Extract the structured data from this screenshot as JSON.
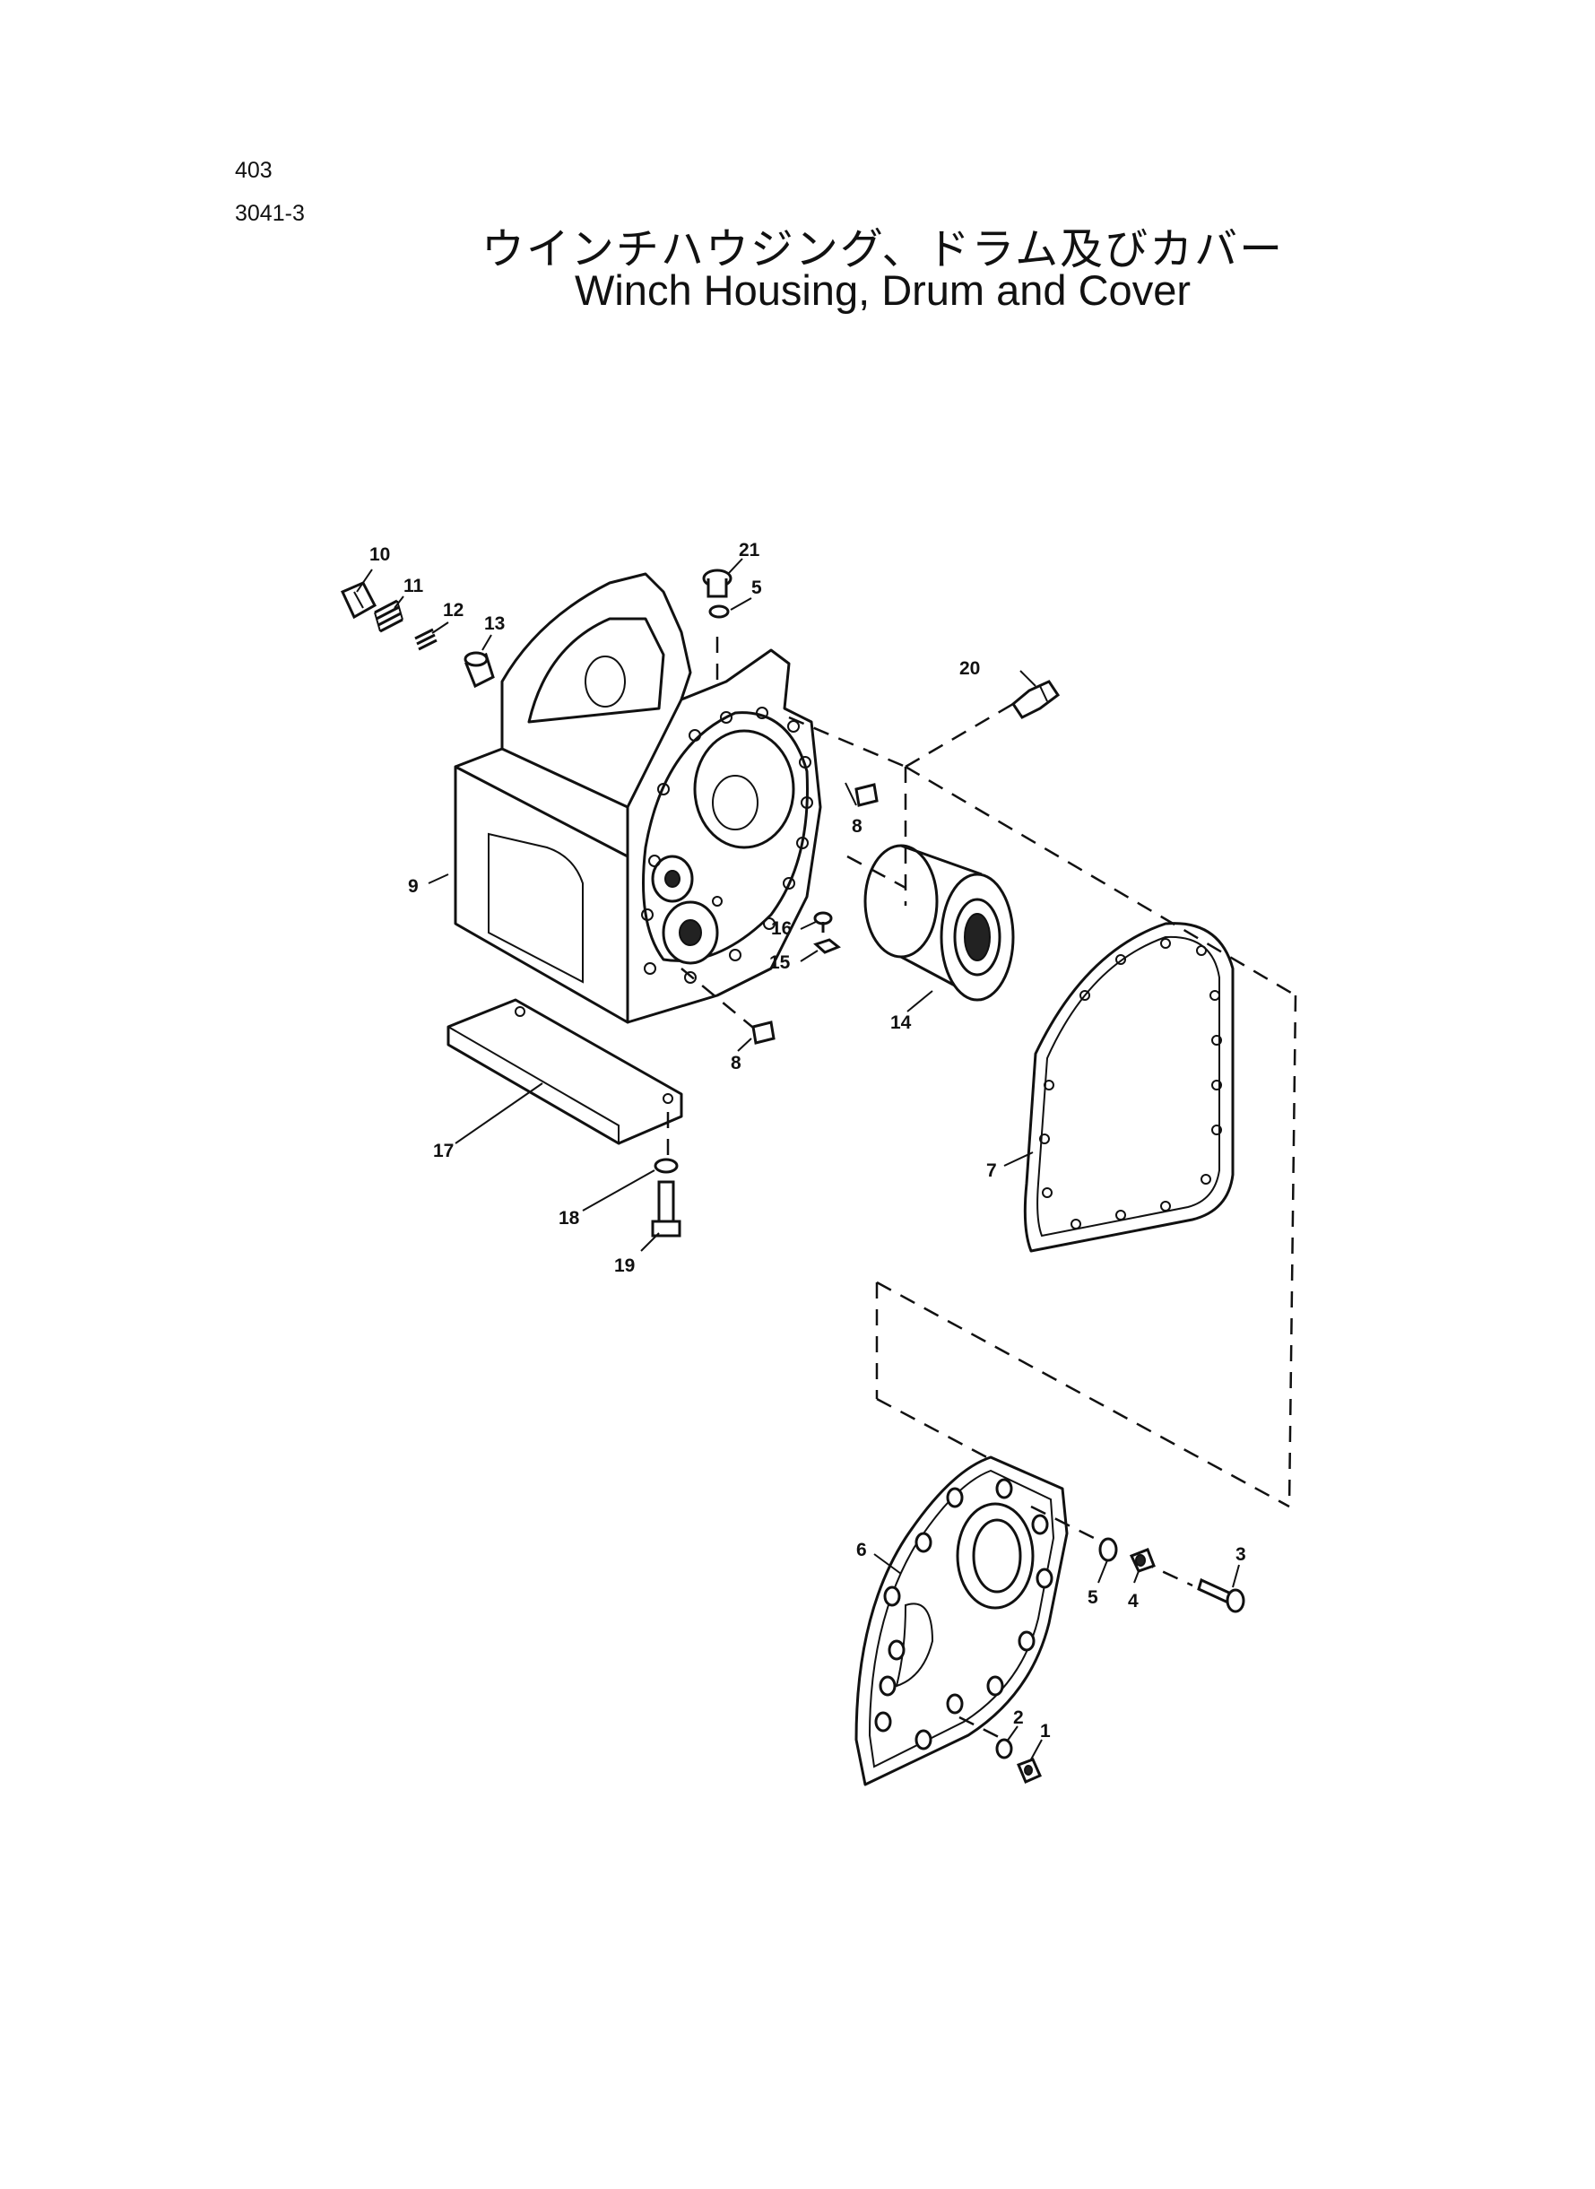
{
  "header": {
    "page_number": "403",
    "figure_number": "3041-3",
    "title_jp": "ウインチハウジング、ドラム及びカバー",
    "title_en": "Winch Housing, Drum and Cover"
  },
  "callouts": {
    "c1": "1",
    "c2": "2",
    "c3": "3",
    "c4": "4",
    "c5a": "5",
    "c5b": "5",
    "c6": "6",
    "c7": "7",
    "c8a": "8",
    "c8b": "8",
    "c9": "9",
    "c10": "10",
    "c11": "11",
    "c12": "12",
    "c13": "13",
    "c14": "14",
    "c15": "15",
    "c16": "16",
    "c17": "17",
    "c18": "18",
    "c19": "19",
    "c20": "20",
    "c21": "21"
  }
}
